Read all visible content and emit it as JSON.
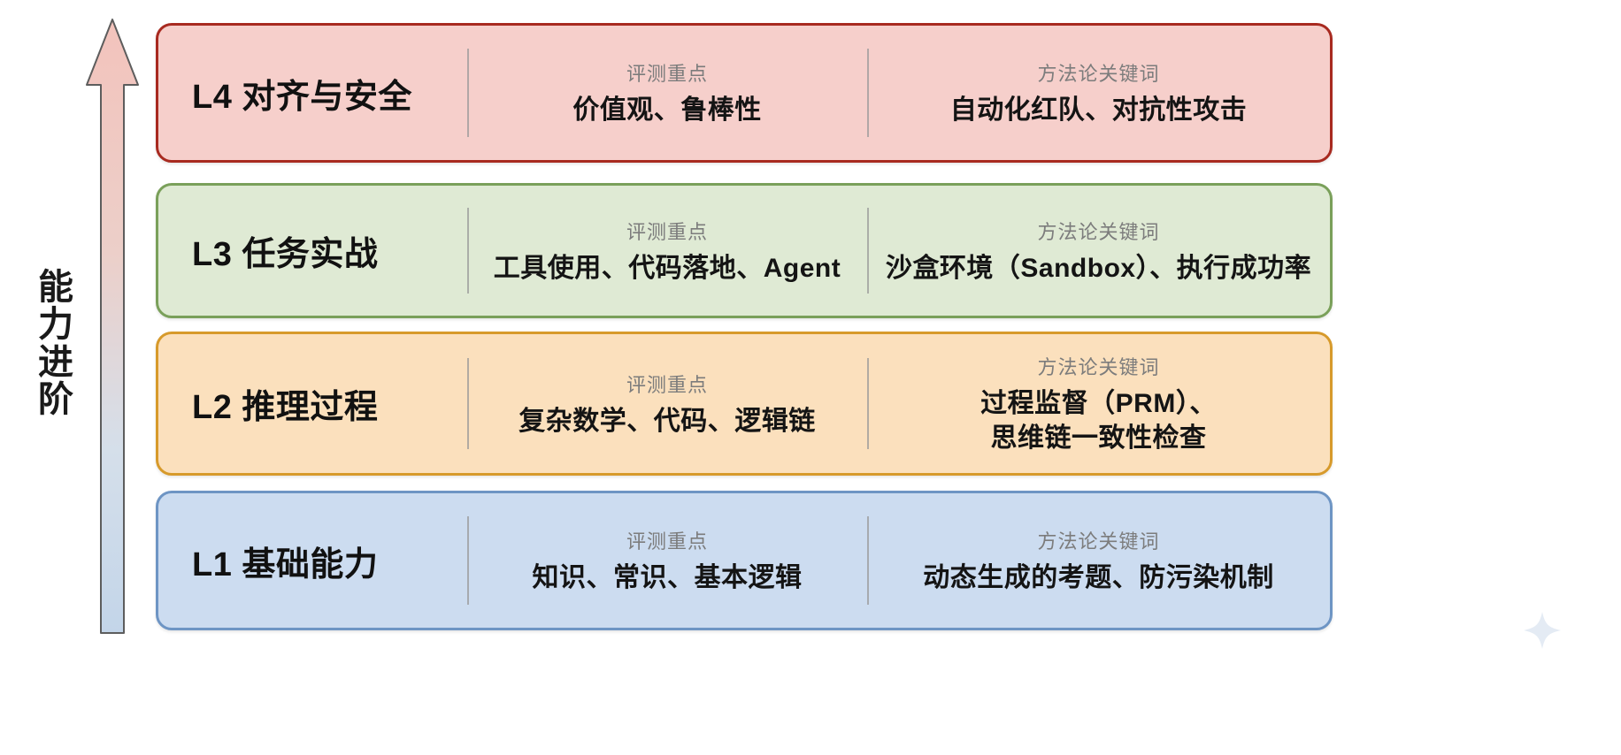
{
  "axis": {
    "label_chars": [
      "能",
      "力",
      "进",
      "阶"
    ],
    "label": "能力进阶",
    "arrow_icon": "up-arrow-icon",
    "direction": "up",
    "gradient_from": "#f2c6c0",
    "gradient_to": "#c5d6ea"
  },
  "column_labels": {
    "focus": "评测重点",
    "method": "方法论关键词"
  },
  "levels": [
    {
      "id": "L4",
      "title": "L4 对齐与安全",
      "focus_label": "评测重点",
      "focus_value": "价值观、鲁棒性",
      "method_label": "方法论关键词",
      "method_value": "自动化红队、对抗性攻击",
      "fill": "#f6cfcb",
      "border": "#a82a20"
    },
    {
      "id": "L3",
      "title": "L3 任务实战",
      "focus_label": "评测重点",
      "focus_value": "工具使用、代码落地、Agent",
      "method_label": "方法论关键词",
      "method_value": "沙盒环境（Sandbox）、执行成功率",
      "fill": "#dfead4",
      "border": "#7aa05a"
    },
    {
      "id": "L2",
      "title": "L2 推理过程",
      "focus_label": "评测重点",
      "focus_value": "复杂数学、代码、逻辑链",
      "method_label": "方法论关键词",
      "method_value": "过程监督（PRM）、\n思维链一致性检查",
      "fill": "#fbe0bd",
      "border": "#d79a2b"
    },
    {
      "id": "L1",
      "title": "L1 基础能力",
      "focus_label": "评测重点",
      "focus_value": "知识、常识、基本逻辑",
      "method_label": "方法论关键词",
      "method_value": "动态生成的考题、防污染机制",
      "fill": "#ccdcf0",
      "border": "#6e95c4"
    }
  ]
}
